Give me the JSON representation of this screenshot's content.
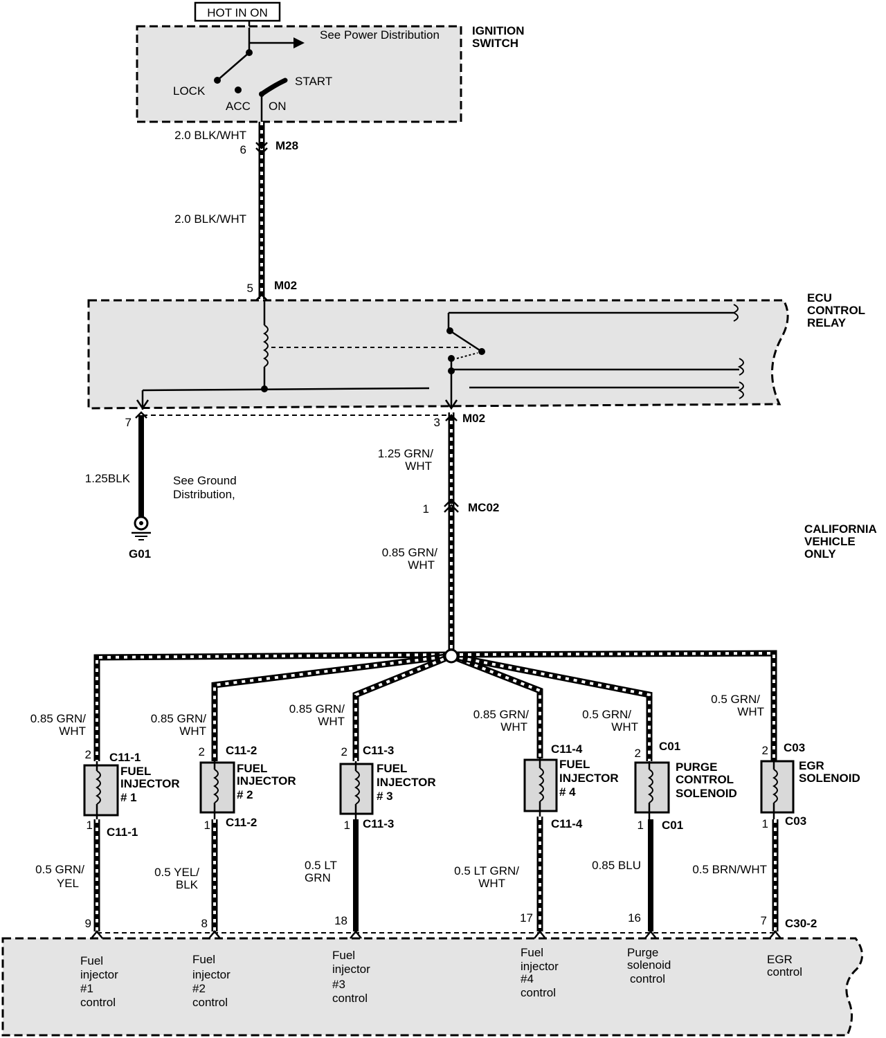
{
  "power": {
    "hot_label": "HOT IN ON",
    "see_power": "See Power Distribution",
    "ignition_title": [
      "IGNITION",
      "SWITCH"
    ],
    "positions": {
      "lock": "LOCK",
      "acc": "ACC",
      "on": "ON",
      "start": "START"
    }
  },
  "wire_top": {
    "label_a": "2.0 BLK/WHT",
    "label_b": "2.0 BLK/WHT",
    "connector": "M28",
    "pin": "6"
  },
  "relay": {
    "title": [
      "ECU",
      "CONTROL",
      "RELAY"
    ],
    "connector_in": "M02",
    "pin_in": "5",
    "connector_out": "M02",
    "pin_out": "3",
    "pin_ground": "7"
  },
  "ground": {
    "wire_label": "1.25BLK",
    "see_ground": [
      "See Ground",
      "Distribution,"
    ],
    "ground_id": "G01"
  },
  "feed": {
    "label_a": [
      "1.25 GRN/",
      "WHT"
    ],
    "splice_connector": "MC02",
    "splice_pin": "1",
    "label_b": [
      "0.85 GRN/",
      "WHT"
    ]
  },
  "california_note": [
    "CALIFORNIA",
    "VEHICLE",
    "ONLY"
  ],
  "branches": [
    {
      "top_wire": [
        "0.85 GRN/",
        "WHT"
      ],
      "top_pin": "2",
      "top_conn": "C11-1",
      "name": [
        "FUEL",
        "INJECTOR",
        "# 1"
      ],
      "bot_pin": "1",
      "bot_conn": "C11-1",
      "bot_wire": [
        "0.5 GRN/",
        "YEL"
      ],
      "ecu_pin": "9",
      "ecu_label": [
        "Fuel",
        "injector",
        "#1",
        "control"
      ]
    },
    {
      "top_wire": [
        "0.85 GRN/",
        "WHT"
      ],
      "top_pin": "2",
      "top_conn": "C11-2",
      "name": [
        "FUEL",
        "INJECTOR",
        "# 2"
      ],
      "bot_pin": "1",
      "bot_conn": "C11-2",
      "bot_wire": [
        "0.5 YEL/",
        "BLK"
      ],
      "ecu_pin": "8",
      "ecu_label": [
        "Fuel",
        "injector",
        "#2",
        "control"
      ]
    },
    {
      "top_wire": [
        "0.85 GRN/",
        "WHT"
      ],
      "top_pin": "2",
      "top_conn": "C11-3",
      "name": [
        "FUEL",
        "INJECTOR",
        "# 3"
      ],
      "bot_pin": "1",
      "bot_conn": "C11-3",
      "bot_wire": [
        "0.5 LT",
        "GRN"
      ],
      "ecu_pin": "18",
      "ecu_label": [
        "Fuel",
        "injector",
        "#3",
        "control"
      ]
    },
    {
      "top_wire": [
        "0.85 GRN/",
        "WHT"
      ],
      "top_pin": "",
      "top_conn": "C11-4",
      "name": [
        "FUEL",
        "INJECTOR",
        "# 4"
      ],
      "bot_pin": "",
      "bot_conn": "C11-4",
      "bot_wire": [
        "0.5 LT GRN/",
        "WHT"
      ],
      "ecu_pin": "17",
      "ecu_label": [
        "Fuel",
        "injector",
        "#4",
        "control"
      ]
    },
    {
      "top_wire": [
        "0.5 GRN/",
        "WHT"
      ],
      "top_pin": "2",
      "top_conn": "C01",
      "name": [
        "PURGE",
        "CONTROL",
        "SOLENOID"
      ],
      "bot_pin": "1",
      "bot_conn": "C01",
      "bot_wire": [
        "0.85 BLU",
        ""
      ],
      "ecu_pin": "16",
      "ecu_label": [
        "Purge",
        "solenoid",
        "control",
        ""
      ]
    },
    {
      "top_wire": [
        "0.5 GRN/",
        "WHT"
      ],
      "top_pin": "2",
      "top_conn": "C03",
      "name": [
        "EGR",
        "SOLENOID",
        ""
      ],
      "bot_pin": "1",
      "bot_conn": "C03",
      "bot_wire": [
        "0.5 BRN/WHT",
        ""
      ],
      "ecu_pin": "7",
      "ecu_label": [
        "EGR",
        "control",
        "",
        ""
      ]
    }
  ],
  "ecu_connector": "C30-2"
}
